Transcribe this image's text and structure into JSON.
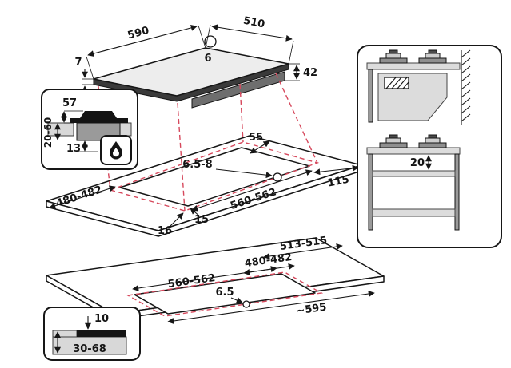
{
  "colors": {
    "projection_red": "#d6485c",
    "line_black": "#161616"
  },
  "top_view": {
    "width": "590",
    "depth": "510",
    "hole_diameter": "6",
    "glass_thickness": "7",
    "total_height": "42"
  },
  "detail_top": {
    "hob_height": "57",
    "counter_thickness": "20-60",
    "clearance_below": "13"
  },
  "cutout_view": {
    "back_clearance": "55",
    "hole_diameter": "6.5-8",
    "right_clearance": "115",
    "depth": "480-482",
    "width": "560-562",
    "front_offset": "16",
    "side_offset": "15"
  },
  "flush_view": {
    "outer_depth": "513-515",
    "depth": "480-482",
    "width": "560-562",
    "hole_diameter": "6.5",
    "outer_width": "~595"
  },
  "detail_bottom": {
    "top_inset": "10",
    "thickness_range": "30-68"
  },
  "side_panel": {
    "clearance_below_hob": "20"
  }
}
